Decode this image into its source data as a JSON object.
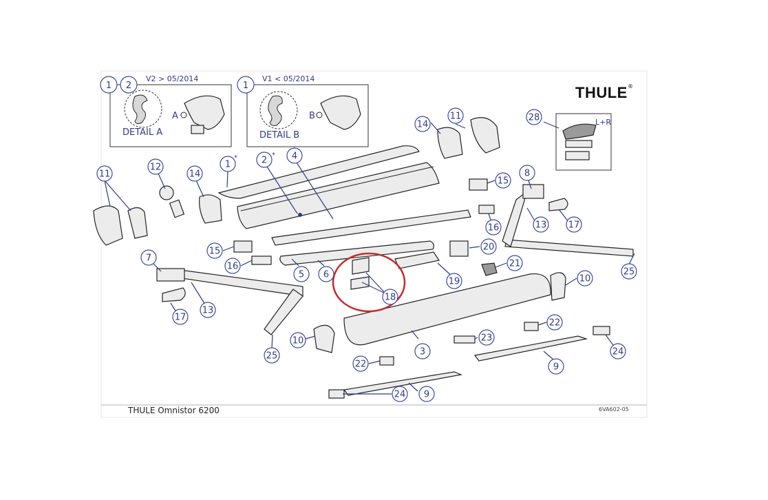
{
  "brand": {
    "name": "THULE",
    "mark": "®"
  },
  "footer": {
    "title": "THULE Omnistor 6200",
    "code": "6VA602-05"
  },
  "detail_a": {
    "version": "V2 > 05/2014",
    "bubbles": [
      "1",
      "2"
    ],
    "label": "DETAIL A",
    "marker": "A"
  },
  "detail_b": {
    "version": "V1 < 05/2014",
    "bubbles": [
      "1"
    ],
    "label": "DETAIL B",
    "marker": "B"
  },
  "kit_28": {
    "number": "28",
    "note": "L+R"
  },
  "star_marks": [
    "*",
    "*"
  ],
  "highlight": {
    "part": "18",
    "color": "#c42a2a"
  },
  "callouts": {
    "c1": "1",
    "c2": "2",
    "c3": "3",
    "c4": "4",
    "c5": "5",
    "c6": "6",
    "c7": "7",
    "c8": "8",
    "c9a": "9",
    "c9b": "9",
    "c10a": "10",
    "c10b": "10",
    "c11a": "11",
    "c11b": "11",
    "c12": "12",
    "c13a": "13",
    "c13b": "13",
    "c14a": "14",
    "c14b": "14",
    "c15a": "15",
    "c15b": "15",
    "c16a": "16",
    "c16b": "16",
    "c17a": "17",
    "c17b": "17",
    "c18": "18",
    "c19": "19",
    "c20": "20",
    "c21": "21",
    "c22a": "22",
    "c22b": "22",
    "c23": "23",
    "c24a": "24",
    "c24b": "24",
    "c25a": "25",
    "c25b": "25",
    "c28": "28"
  }
}
